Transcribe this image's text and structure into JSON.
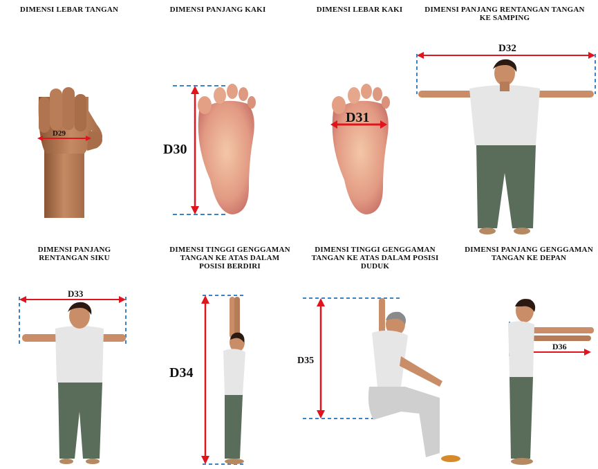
{
  "panels": [
    {
      "id": "D29",
      "title": "DIMENSI LEBAR TANGAN",
      "label": "D29"
    },
    {
      "id": "D30",
      "title": "DIMENSI PANJANG KAKI",
      "label": "D30"
    },
    {
      "id": "D31",
      "title": "DIMENSI LEBAR KAKI",
      "label": "D31"
    },
    {
      "id": "D32",
      "title": "DIMENSI PANJANG RENTANGAN TANGAN KE SAMPING",
      "label": "D32"
    },
    {
      "id": "D33",
      "title": "DIMENSI PANJANG RENTANGAN SIKU",
      "label": "D33"
    },
    {
      "id": "D34",
      "title": "DIMENSI TINGGI GENGGAMAN TANGAN KE ATAS DALAM POSISI BERDIRI",
      "label": "D34"
    },
    {
      "id": "D35",
      "title": "DIMENSI TINGGI GENGGAMAN TANGAN KE ATAS DALAM POSISI DUDUK",
      "label": "D35"
    },
    {
      "id": "D36",
      "title": "DIMENSI PANJANG GENGGAMAN TANGAN KE DEPAN",
      "label": "D36"
    }
  ],
  "colors": {
    "arrow": "#e0141c",
    "guide": "#3b82c4",
    "skin": "#c98e67",
    "shirt": "#e6e6e6",
    "pants": "#5a6c5a",
    "hair": "#2a1a12"
  }
}
